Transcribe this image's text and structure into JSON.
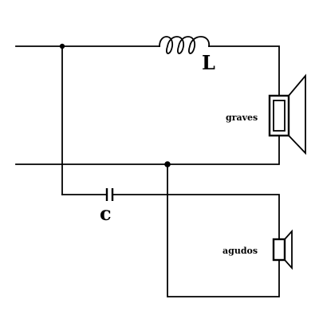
{
  "labels": {
    "inductor": "L",
    "capacitor": "c",
    "woofer": "graves",
    "tweeter": "agudos"
  }
}
